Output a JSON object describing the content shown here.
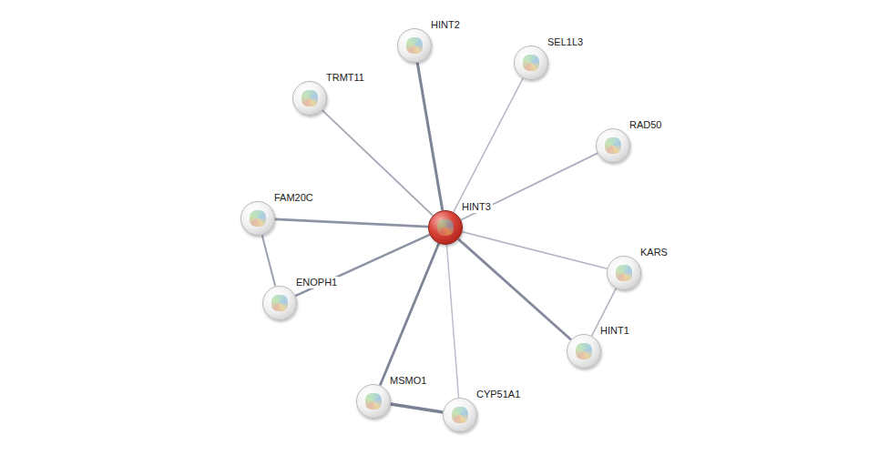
{
  "diagram": {
    "nodes": [
      {
        "text": [
          "HINT2"
        ]
      },
      {
        "text": [
          "SEL1L3"
        ]
      },
      {
        "text": [
          "TRMT11"
        ]
      },
      {
        "text": [
          "RAD50"
        ]
      },
      {
        "text": [
          "HINT3"
        ]
      },
      {
        "text": [
          "FAM20C"
        ]
      },
      {
        "text": [
          "KARS"
        ]
      },
      {
        "text": [
          "ENOPH1"
        ]
      },
      {
        "text": [
          "HINT1"
        ]
      },
      {
        "text": [
          "MSMO1"
        ]
      },
      {
        "text": [
          "CYP51A1"
        ]
      }
    ],
    "edges": [
      {
        "from": 4,
        "to": 0,
        "arrow": "none"
      },
      {
        "from": 4,
        "to": 1,
        "arrow": "none"
      },
      {
        "from": 4,
        "to": 2,
        "arrow": "none"
      },
      {
        "from": 4,
        "to": 3,
        "arrow": "none"
      },
      {
        "from": 4,
        "to": 5,
        "arrow": "none"
      },
      {
        "from": 4,
        "to": 6,
        "arrow": "none"
      },
      {
        "from": 4,
        "to": 7,
        "arrow": "none"
      },
      {
        "from": 4,
        "to": 8,
        "arrow": "none"
      },
      {
        "from": 4,
        "to": 9,
        "arrow": "none"
      },
      {
        "from": 4,
        "to": 10,
        "arrow": "none"
      },
      {
        "from": 5,
        "to": 7,
        "arrow": "none"
      },
      {
        "from": 6,
        "to": 8,
        "arrow": "none"
      },
      {
        "from": 9,
        "to": 10,
        "arrow": "none"
      }
    ]
  }
}
